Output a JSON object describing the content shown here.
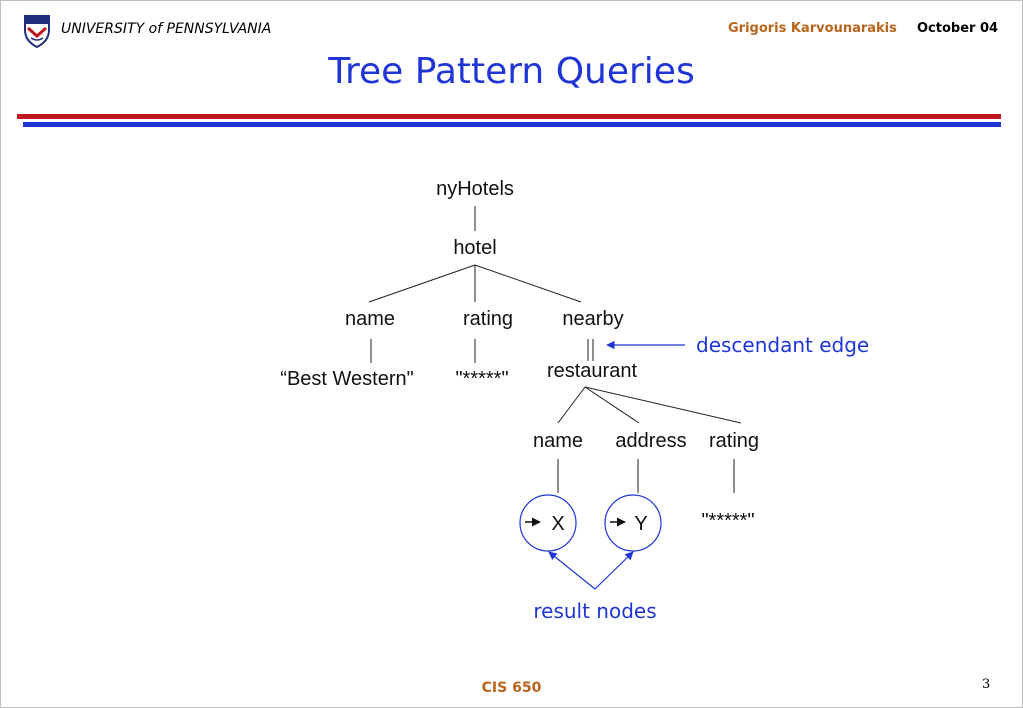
{
  "header": {
    "university": "UNIVERSITY of PENNSYLVANIA",
    "author": "Grigoris Karvounarakis",
    "date": "October 04"
  },
  "title": "Tree Pattern Queries",
  "tree": {
    "root": "nyHotels",
    "hotel": "hotel",
    "name": "name",
    "rating": "rating",
    "nearby": "nearby",
    "name_value": "“Best Western\"",
    "rating_value": "\"*****\"",
    "restaurant": "restaurant",
    "rest_name": "name",
    "rest_address": "address",
    "rest_rating": "rating",
    "result_x": "X",
    "result_y": "Y",
    "rest_rating_value": "\"*****\""
  },
  "annotations": {
    "descendant_edge": "descendant edge",
    "result_nodes": "result nodes"
  },
  "colors": {
    "title_blue": "#1f35d6",
    "rule_red": "#c0161e",
    "accent_brown": "#b8651b"
  },
  "footer": {
    "course": "CIS 650",
    "page": "3"
  }
}
